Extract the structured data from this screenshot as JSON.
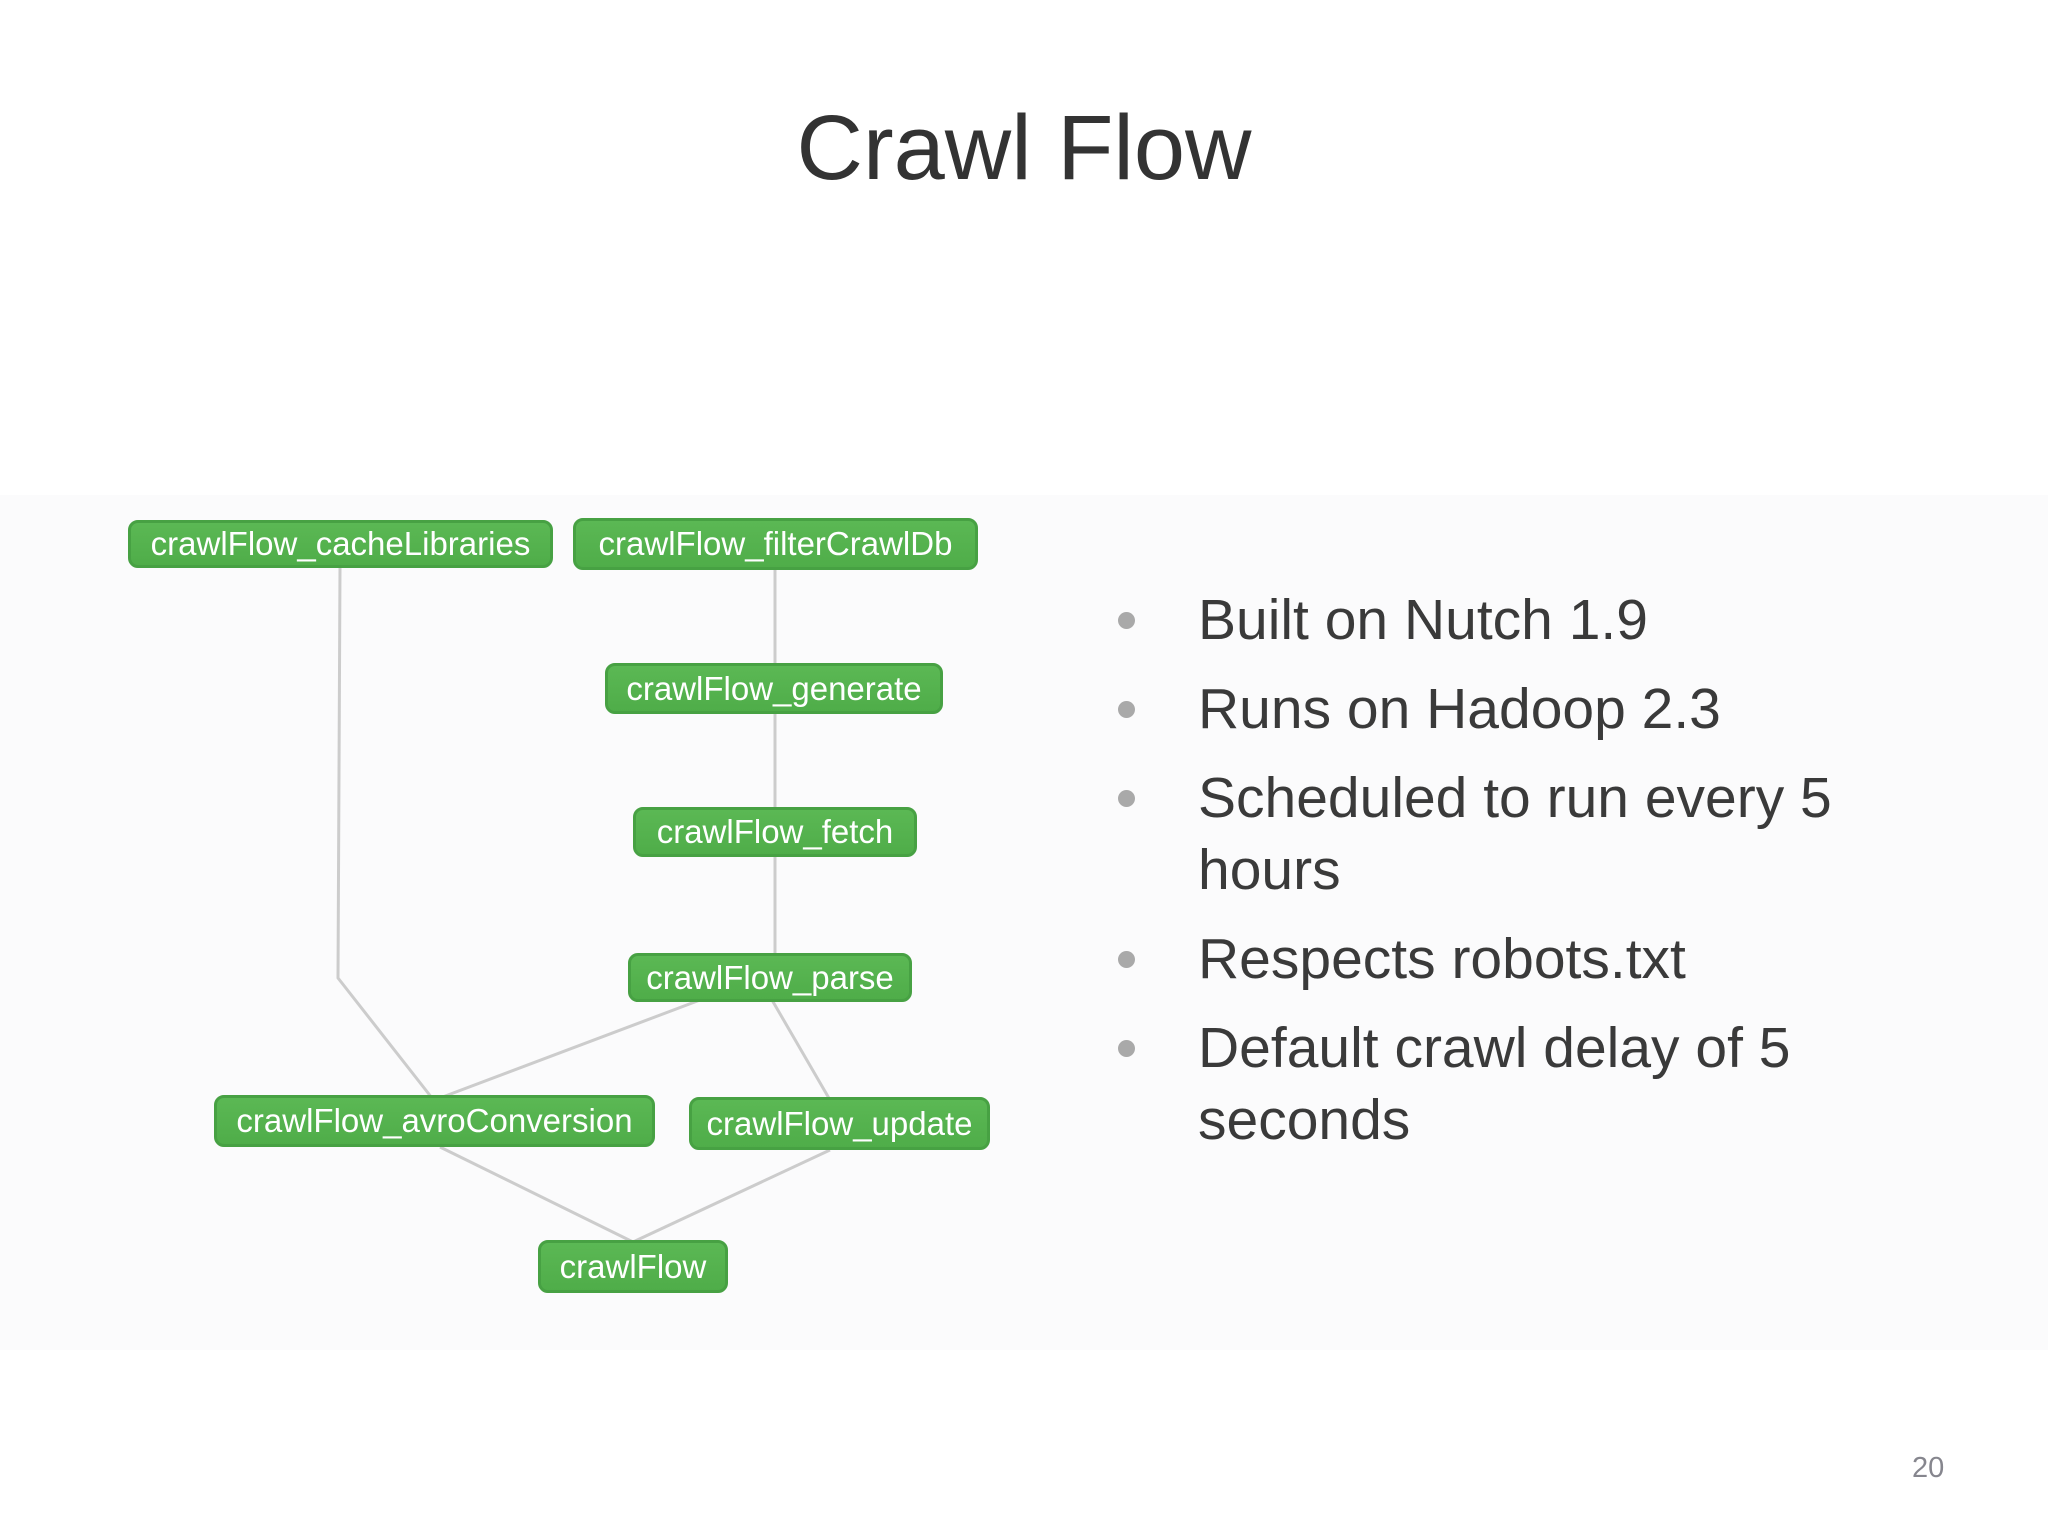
{
  "slide": {
    "title": "Crawl Flow",
    "page_number": "20"
  },
  "diagram": {
    "nodes": [
      {
        "id": "cacheLibraries",
        "label": "crawlFlow_cacheLibraries"
      },
      {
        "id": "filterCrawlDb",
        "label": "crawlFlow_filterCrawlDb"
      },
      {
        "id": "generate",
        "label": "crawlFlow_generate"
      },
      {
        "id": "fetch",
        "label": "crawlFlow_fetch"
      },
      {
        "id": "parse",
        "label": "crawlFlow_parse"
      },
      {
        "id": "avroConversion",
        "label": "crawlFlow_avroConversion"
      },
      {
        "id": "update",
        "label": "crawlFlow_update"
      },
      {
        "id": "crawlFlow",
        "label": "crawlFlow"
      }
    ],
    "edges": [
      {
        "from": "crawlFlow_cacheLibraries",
        "to": "crawlFlow_avroConversion"
      },
      {
        "from": "crawlFlow_filterCrawlDb",
        "to": "crawlFlow_generate"
      },
      {
        "from": "crawlFlow_generate",
        "to": "crawlFlow_fetch"
      },
      {
        "from": "crawlFlow_fetch",
        "to": "crawlFlow_parse"
      },
      {
        "from": "crawlFlow_parse",
        "to": "crawlFlow_avroConversion"
      },
      {
        "from": "crawlFlow_parse",
        "to": "crawlFlow_update"
      },
      {
        "from": "crawlFlow_avroConversion",
        "to": "crawlFlow"
      },
      {
        "from": "crawlFlow_update",
        "to": "crawlFlow"
      }
    ],
    "colors": {
      "node_fill": "#55b14e",
      "node_border": "#47a143",
      "node_text": "#ffffff",
      "edge": "#cccccc"
    }
  },
  "bullets": {
    "items": [
      "Built on Nutch 1.9",
      "Runs on Hadoop 2.3",
      "Scheduled to run every 5 hours",
      "Respects robots.txt",
      "Default crawl delay of 5 seconds"
    ]
  }
}
